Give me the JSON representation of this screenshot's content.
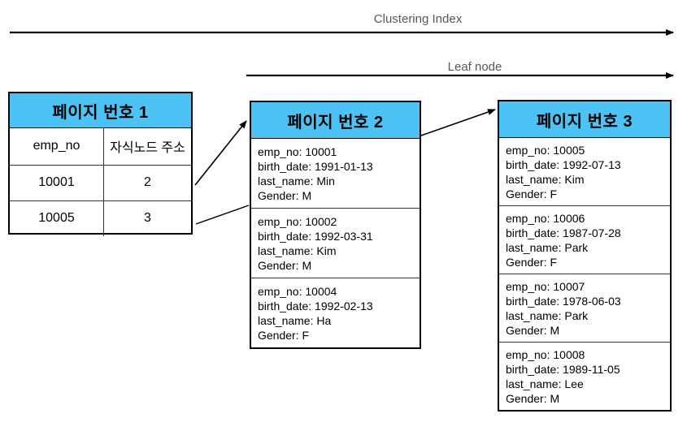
{
  "labels": {
    "clustering_index": "Clustering Index",
    "leaf_node": "Leaf node"
  },
  "field_labels": [
    "emp_no",
    "birth_date",
    "last_name",
    "Gender"
  ],
  "page1": {
    "title": "페이지 번호 1",
    "columns": [
      "emp_no",
      "자식노드 주소"
    ],
    "rows": [
      [
        "10001",
        "2"
      ],
      [
        "10005",
        "3"
      ]
    ]
  },
  "page2": {
    "title": "페이지 번호 2",
    "records": [
      [
        "10001",
        "1991-01-13",
        "Min",
        "M"
      ],
      [
        "10002",
        "1992-03-31",
        "Kim",
        "M"
      ],
      [
        "10004",
        "1992-02-13",
        "Ha",
        "F"
      ]
    ]
  },
  "page3": {
    "title": "페이지 번호 3",
    "records": [
      [
        "10005",
        "1992-07-13",
        "Kim",
        "F"
      ],
      [
        "10006",
        "1987-07-28",
        "Park",
        "F"
      ],
      [
        "10007",
        "1978-06-03",
        "Park",
        "M"
      ],
      [
        "10008",
        "1989-11-05",
        "Lee",
        "M"
      ]
    ]
  },
  "colors": {
    "header_blue": "#4dc2f5",
    "label_gray": "#58585a",
    "line_black": "#000000"
  }
}
